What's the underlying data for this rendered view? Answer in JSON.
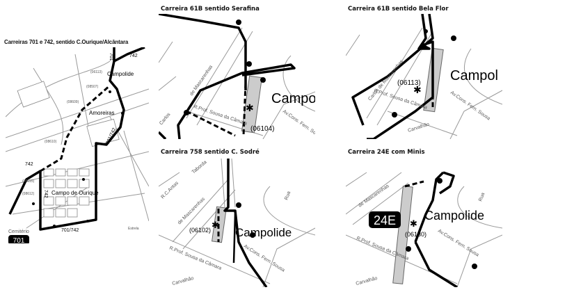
{
  "panels": {
    "left": {
      "title": "Carreiras 701 e 742, sentido C.Ourique/Alcântara",
      "places": {
        "campolide": "Campolide",
        "amoreiras": "Amoreiras",
        "campo_ourique": "Campo de Ourique",
        "cemiterio": "Cemitério",
        "estrela": "Estrela"
      },
      "stops": [
        "(06113)",
        "(08507)",
        "(08609)",
        "(08610)",
        "(08615)",
        "(08612)"
      ],
      "route_labels": {
        "r742a": "742",
        "r701_742a": "701/742",
        "r742b": "742",
        "r701_742b": "701/742",
        "r701_top": "701",
        "r742_top": "742"
      },
      "badge": "701"
    },
    "p1": {
      "title": "Carreira 61B sentido Serafina",
      "place": "Campoli",
      "stop": "(06104)",
      "streets": {
        "a": "de Mascarenhas",
        "b": "R.Prof. Sousa da Câmara",
        "c": "Av.Cons. Fern. Sousa",
        "d": "Carlos"
      }
    },
    "p2": {
      "title": "Carreira 61B sentido Bela Flor",
      "place": "Campol",
      "stop": "(06113)",
      "streets": {
        "a": "Carlos de Mascarenhas",
        "b": "R.Prof. Sousa da Câmara",
        "c": "Av.Cons. Fern. Sousa",
        "d": "Carvalhão"
      }
    },
    "p3": {
      "title": "Carreira 758 sentido C. Sodré",
      "place": "Campolide",
      "stop": "(06102)",
      "streets": {
        "a": "de Mascarenhas",
        "b": "R.Prof. Sousa da Câmara",
        "c": "Av.Cons. Fern. Sousa",
        "d": "R.C.Antas",
        "e": "Taborda",
        "f": "Rua",
        "g": "Carvalhão"
      }
    },
    "p4": {
      "title": "Carreira 24E com Minis",
      "place": "Campolide",
      "stop": "(06130)",
      "badge": "24E",
      "streets": {
        "a": "de Mascarenhas",
        "b": "R.Prof. Sousa da Câmara",
        "c": "Av.Cons. Fern. Sousa",
        "f": "Rua",
        "g": "Carvalhão"
      }
    }
  }
}
